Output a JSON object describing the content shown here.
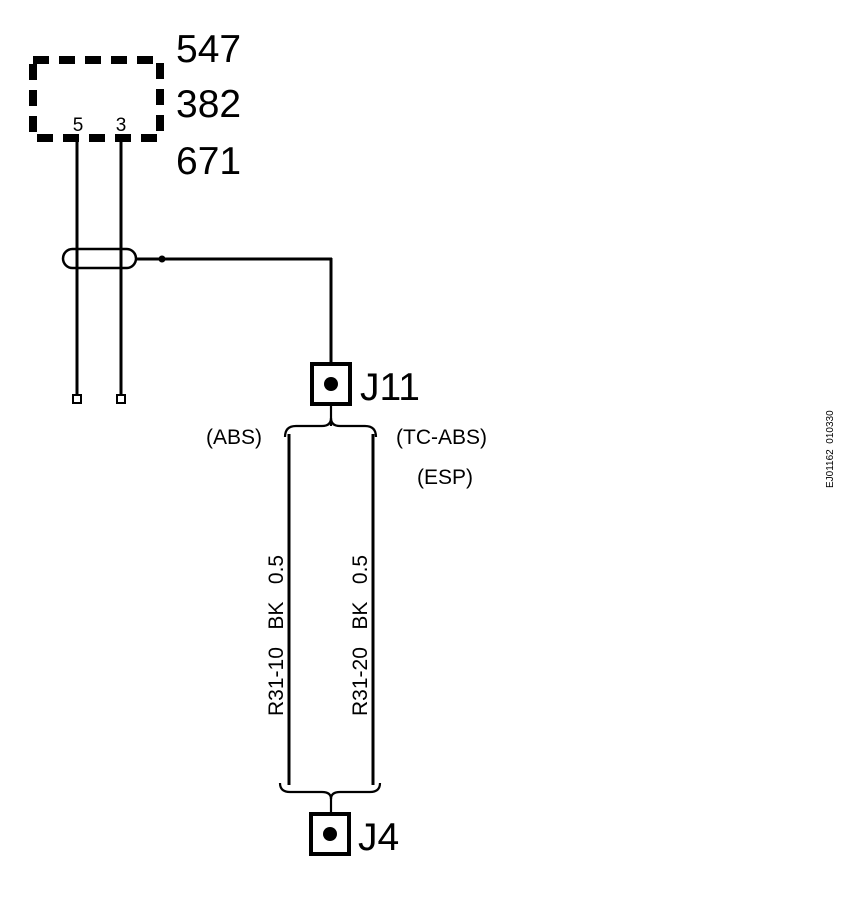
{
  "component": {
    "numbers": [
      "547",
      "382",
      "671"
    ],
    "pins": [
      "5",
      "3"
    ]
  },
  "connectors": {
    "upper": "J11",
    "lower": "J4"
  },
  "variants": {
    "left": "(ABS)",
    "right_line1": "(TC-ABS)",
    "right_line2": "(ESP)"
  },
  "wires": [
    {
      "text": "R31-10   BK   0.5"
    },
    {
      "text": "R31-20   BK   0.5"
    }
  ],
  "drawing_code": "EJ01162  010330"
}
